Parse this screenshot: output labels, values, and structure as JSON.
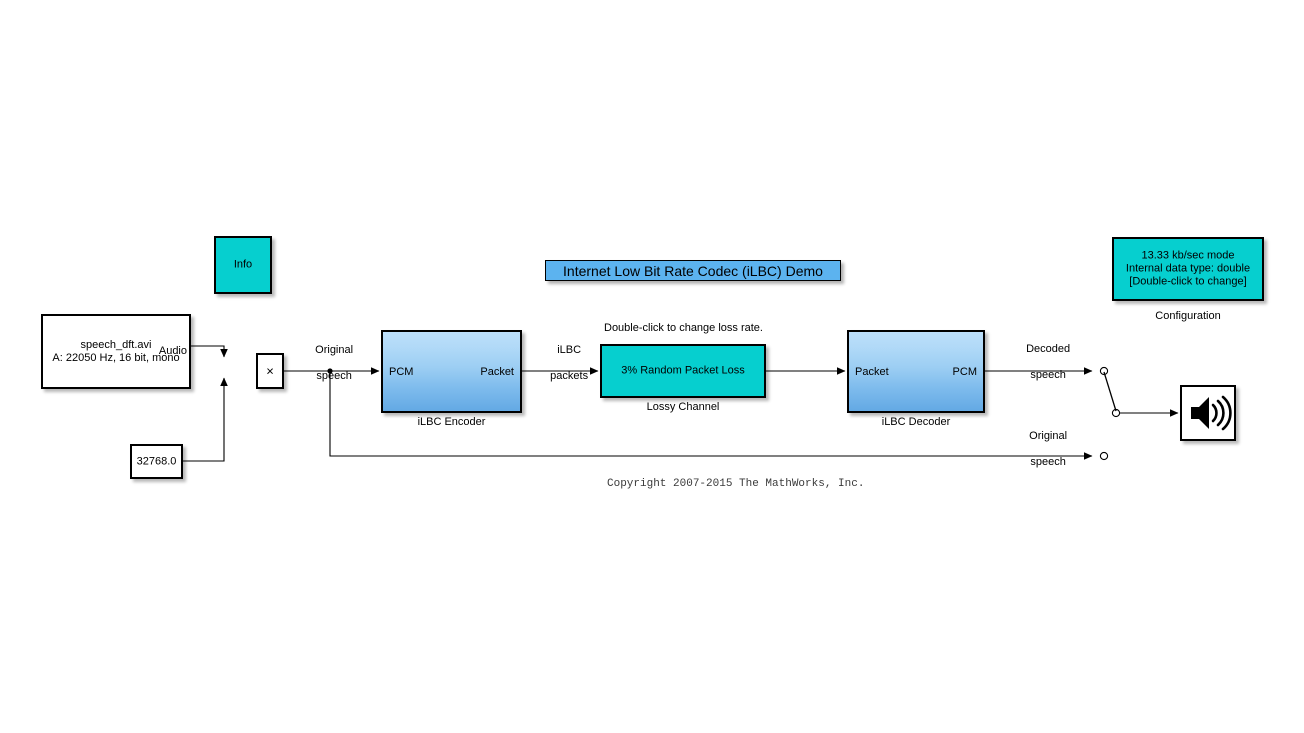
{
  "title_banner": {
    "text": "Internet Low Bit Rate Codec (iLBC) Demo"
  },
  "copyright": "Copyright 2007-2015 The MathWorks, Inc.",
  "colors": {
    "cyan_block": "#06CFCF",
    "banner_blue": "#5CB3EF",
    "gradient_top": "#BCDFFB",
    "gradient_bottom": "#63A9E4",
    "line": "#000000",
    "canvas": "#FFFFFF"
  },
  "blocks": {
    "info": {
      "label": "Info",
      "name": "info-block"
    },
    "source": {
      "line1": "speech_dft.avi",
      "line2": "A: 22050 Hz, 16 bit, mono",
      "port_out": "Audio"
    },
    "constant": {
      "value": "32768.0"
    },
    "product": {
      "symbol": "×"
    },
    "encoder": {
      "port_in": "PCM",
      "port_out": "Packet",
      "caption": "iLBC Encoder"
    },
    "lossy_channel": {
      "annotation": "Double-click to change loss rate.",
      "body": "3% Random Packet Loss",
      "caption": "Lossy Channel"
    },
    "decoder": {
      "port_in": "Packet",
      "port_out": "PCM",
      "caption": "iLBC Decoder"
    },
    "configuration": {
      "line1": "13.33 kb/sec mode",
      "line2": "Internal data type: double",
      "line3": "[Double-click to change]",
      "caption": "Configuration"
    },
    "audio_sink": {
      "icon": "speaker-icon"
    },
    "manual_switch": {
      "name": "manual-switch"
    }
  },
  "signal_labels": {
    "original_speech_left": "Original\nspeech",
    "ilbc_packets": "iLBC\npackets",
    "decoded_speech": "Decoded\nspeech",
    "original_speech_right": "Original\nspeech"
  }
}
